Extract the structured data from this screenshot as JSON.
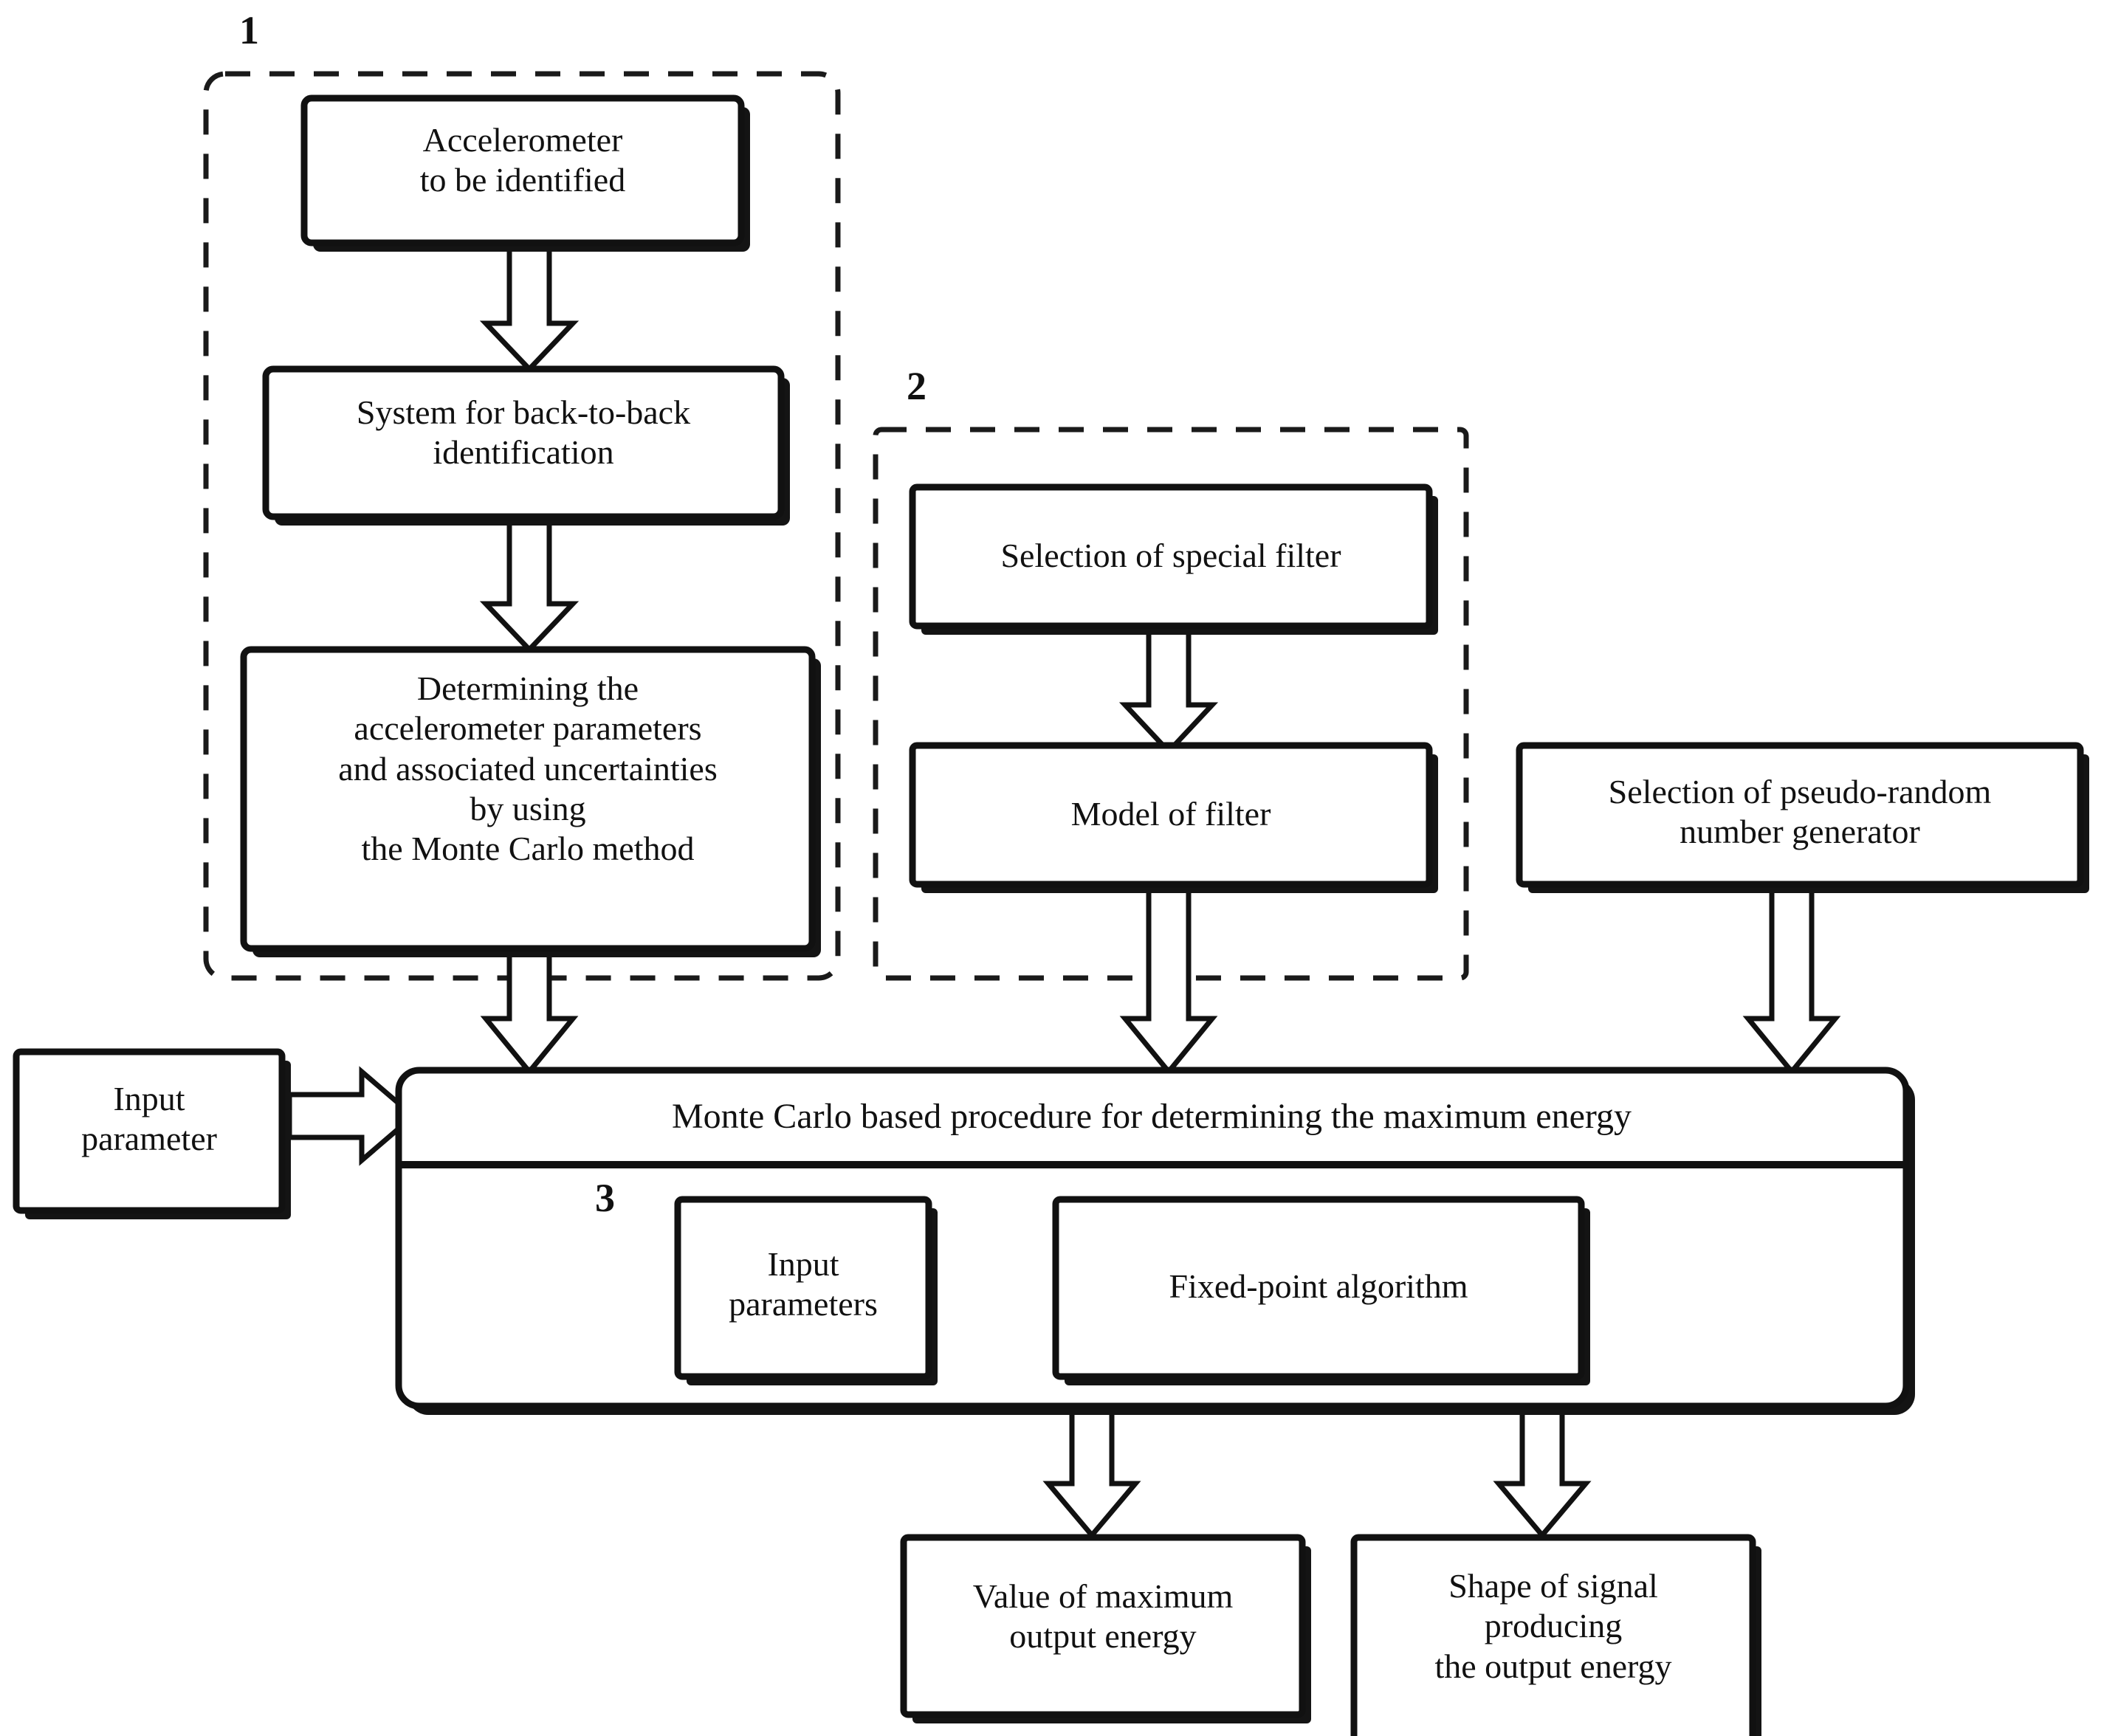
{
  "figure": {
    "type": "flowchart",
    "title": "Monte Carlo based procedure for determining the maximum energy",
    "background": "#ffffff",
    "stroke_color": "#111111"
  },
  "groups": [
    {
      "id": "group-1",
      "label": "1"
    },
    {
      "id": "group-2",
      "label": "2"
    },
    {
      "id": "group-3",
      "label": "3"
    }
  ],
  "blocks": {
    "accelerometer": "Accelerometer\nto be identified",
    "back_to_back": "System for back-to-back\nidentification",
    "determining": "Determining the\naccelerometer parameters\nand associated uncertainties\nby using\nthe Monte Carlo method",
    "special_filter": "Selection of special filter",
    "model_of_filter": "Model of filter",
    "prng": "Selection of pseudo-random\nnumber generator",
    "input_parameter": "Input\nparameter",
    "monte_carlo_title": "Monte Carlo based procedure for determining the maximum energy",
    "input_parameters": "Input\nparameters",
    "fixed_point": "Fixed-point algorithm",
    "value_max_energy": "Value of maximum\noutput energy",
    "shape_of_signal": "Shape of signal\nproducing\nthe output energy"
  },
  "edges": [
    {
      "from": "accelerometer",
      "to": "back_to_back",
      "style": "block-arrow-down"
    },
    {
      "from": "back_to_back",
      "to": "determining",
      "style": "block-arrow-down"
    },
    {
      "from": "determining",
      "to": "monte_carlo",
      "style": "block-arrow-down"
    },
    {
      "from": "special_filter",
      "to": "model_of_filter",
      "style": "block-arrow-down"
    },
    {
      "from": "model_of_filter",
      "to": "monte_carlo",
      "style": "block-arrow-down"
    },
    {
      "from": "prng",
      "to": "monte_carlo",
      "style": "block-arrow-down"
    },
    {
      "from": "input_parameter",
      "to": "monte_carlo",
      "style": "block-arrow-right"
    },
    {
      "from": "input_parameters",
      "to": "fixed_point",
      "style": "block-arrow-right"
    },
    {
      "from": "fixed_point",
      "to": "value_max_energy",
      "style": "block-arrow-down"
    },
    {
      "from": "fixed_point",
      "to": "shape_of_signal",
      "style": "block-arrow-down"
    }
  ]
}
